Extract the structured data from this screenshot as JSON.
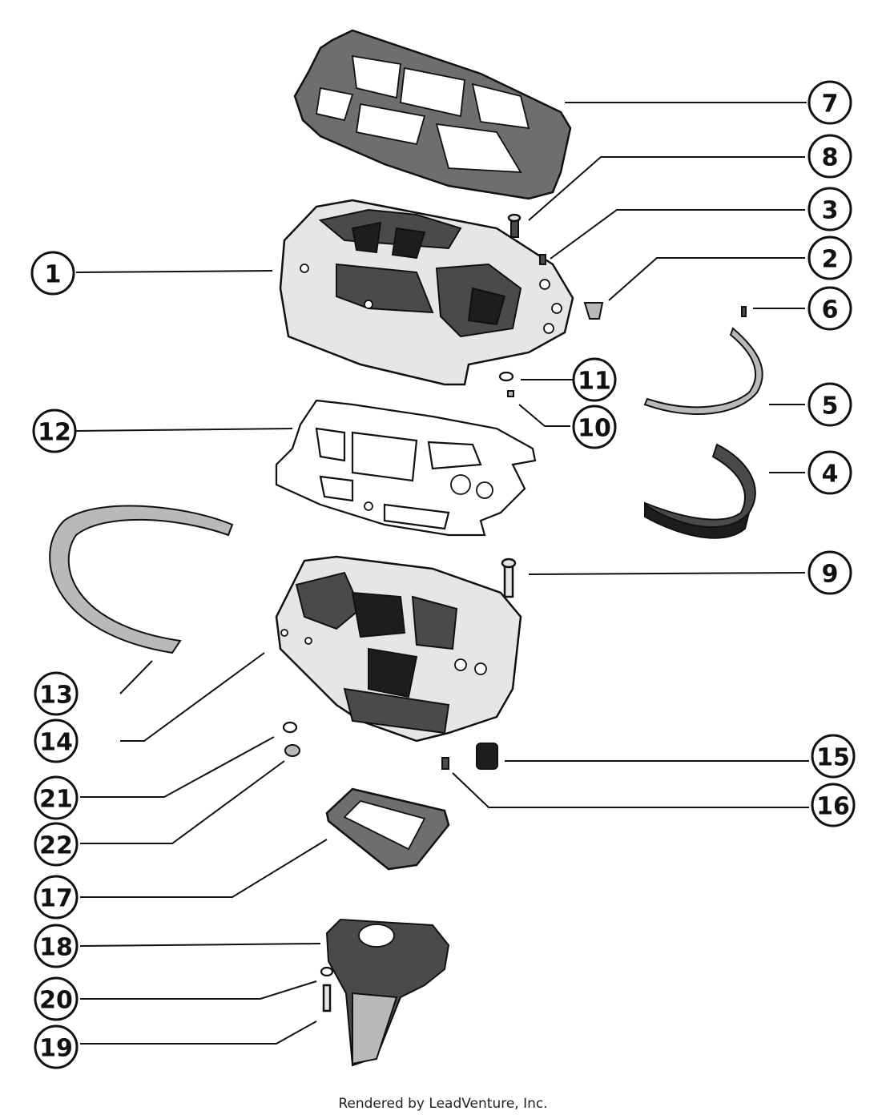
{
  "footer": {
    "credit": "Rendered by LeadVenture, Inc."
  },
  "callouts": [
    {
      "id": "1",
      "label": "1"
    },
    {
      "id": "2",
      "label": "2"
    },
    {
      "id": "3",
      "label": "3"
    },
    {
      "id": "4",
      "label": "4"
    },
    {
      "id": "5",
      "label": "5"
    },
    {
      "id": "6",
      "label": "6"
    },
    {
      "id": "7",
      "label": "7"
    },
    {
      "id": "8",
      "label": "8"
    },
    {
      "id": "9",
      "label": "9"
    },
    {
      "id": "10",
      "label": "10"
    },
    {
      "id": "11",
      "label": "11"
    },
    {
      "id": "12",
      "label": "12"
    },
    {
      "id": "13",
      "label": "13"
    },
    {
      "id": "14",
      "label": "14"
    },
    {
      "id": "15",
      "label": "15"
    },
    {
      "id": "16",
      "label": "16"
    },
    {
      "id": "17",
      "label": "17"
    },
    {
      "id": "18",
      "label": "18"
    },
    {
      "id": "19",
      "label": "19"
    },
    {
      "id": "20",
      "label": "20"
    },
    {
      "id": "21",
      "label": "21"
    },
    {
      "id": "22",
      "label": "22"
    }
  ]
}
